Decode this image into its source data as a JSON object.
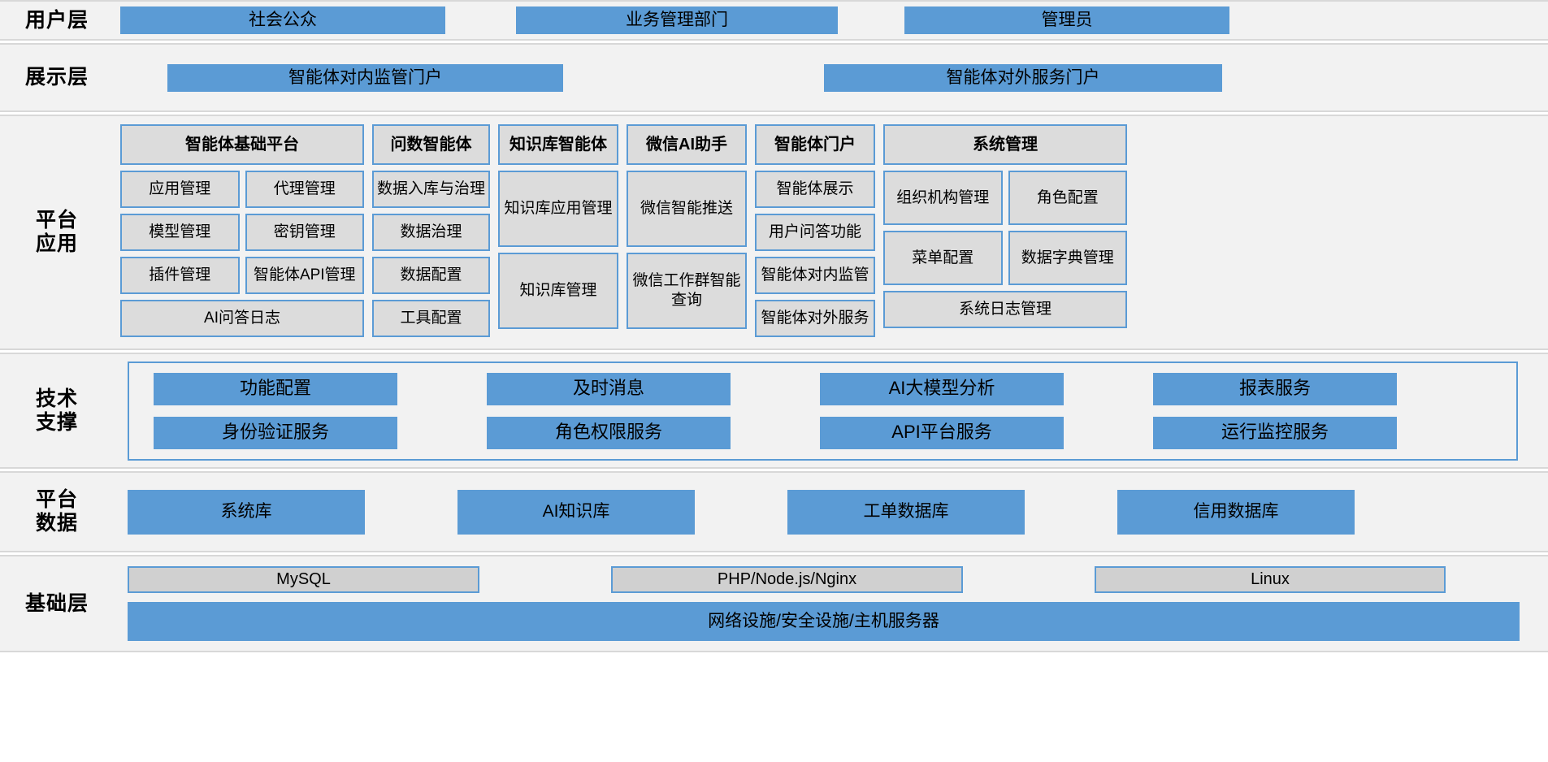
{
  "layers": [
    {
      "key": "user",
      "label": "用户层",
      "items": [
        "社会公众",
        "业务管理部门",
        "管理员"
      ]
    },
    {
      "key": "presentation",
      "label": "展示层",
      "items": [
        "智能体对内监管门户",
        "智能体对外服务门户"
      ]
    },
    {
      "key": "platform_app",
      "label": "平台\n应用"
    },
    {
      "key": "tech_support",
      "label": "技术\n支撑",
      "row1": [
        "功能配置",
        "及时消息",
        "AI大模型分析",
        "报表服务"
      ],
      "row2": [
        "身份验证服务",
        "角色权限服务",
        "API平台服务",
        "运行监控服务"
      ]
    },
    {
      "key": "platform_data",
      "label": "平台\n数据",
      "items": [
        "系统库",
        "AI知识库",
        "工单数据库",
        "信用数据库"
      ]
    },
    {
      "key": "infrastructure",
      "label": "基础层",
      "top": [
        "MySQL",
        "PHP/Node.js/Nginx",
        "Linux"
      ],
      "bottom": "网络设施/安全设施/主机服务器"
    }
  ],
  "platform_app": {
    "columns": [
      {
        "title": "智能体基础平台",
        "grid": [
          [
            "应用管理",
            "代理管理"
          ],
          [
            "模型管理",
            "密钥管理"
          ],
          [
            "插件管理",
            "智能体API管理"
          ],
          [
            "AI问答日志"
          ]
        ]
      },
      {
        "title": "问数智能体",
        "grid": [
          [
            "数据入库与治理"
          ],
          [
            "数据治理"
          ],
          [
            "数据配置"
          ],
          [
            "工具配置"
          ]
        ]
      },
      {
        "title": "知识库智能体",
        "grid": [
          [
            "知识库应用管理"
          ],
          [
            "知识库管理"
          ]
        ]
      },
      {
        "title": "微信AI助手",
        "grid": [
          [
            "微信智能推送"
          ],
          [
            "微信工作群智能查询"
          ]
        ]
      },
      {
        "title": "智能体门户",
        "grid": [
          [
            "智能体展示"
          ],
          [
            "用户问答功能"
          ],
          [
            "智能体对内监管"
          ],
          [
            "智能体对外服务"
          ]
        ]
      },
      {
        "title": "系统管理",
        "grid": [
          [
            "组织机构管理",
            "角色配置"
          ],
          [
            "菜单配置",
            "数据字典管理"
          ],
          [
            "系统日志管理"
          ]
        ]
      }
    ]
  },
  "colors": {
    "accent_blue": "#5b9bd5",
    "box_grey": "#dcdcdc",
    "band_bg": "#f2f2f2",
    "band_border": "#d8d8d8",
    "infra_grey": "#d0d0d0"
  }
}
